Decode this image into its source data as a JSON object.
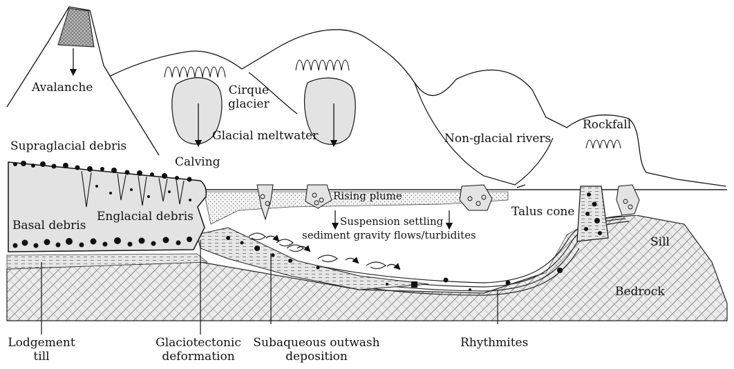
{
  "labels": {
    "avalanche": "Avalanche",
    "cirque_glacier_line1": "Cirque",
    "cirque_glacier_line2": "glacier",
    "glacial_meltwater": "Glacial meltwater",
    "non_glacial_rivers": "Non-glacial rivers",
    "rockfall": "Rockfall",
    "supraglacial_debris": "Supraglacial debris",
    "calving": "Calving",
    "rising_plume": "Rising plume",
    "talus_cone": "Talus cone",
    "basal_debris": "Basal debris",
    "englacial_debris": "Englacial debris",
    "suspension_settling": "Suspension settling",
    "sediment_gravity_flows": "sediment gravity flows/turbidites",
    "sill": "Sill",
    "bedrock": "Bedrock",
    "lodgement_till_line1": "Lodgement",
    "lodgement_till_line2": "till",
    "glaciotectonic_line1": "Glaciotectonic",
    "glaciotectonic_line2": "deformation",
    "subaqueous_line1": "Subaqueous outwash",
    "subaqueous_line2": "deposition",
    "rhythmites": "Rhythmites"
  }
}
